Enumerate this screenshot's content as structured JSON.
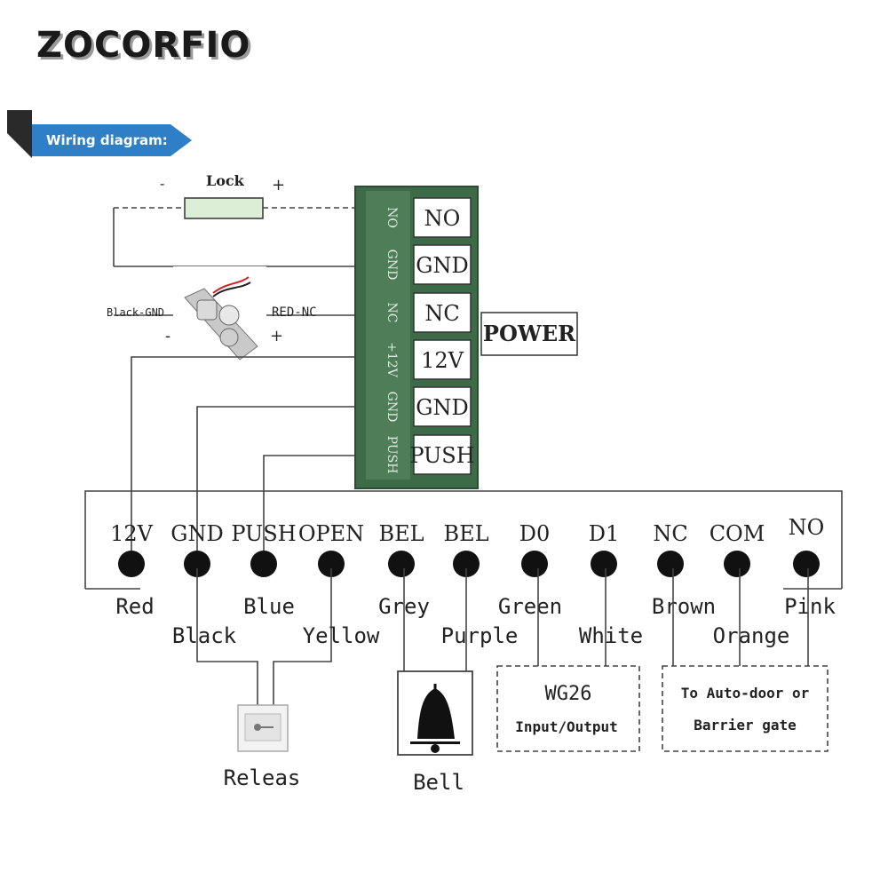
{
  "brand": "ZOCORFIO",
  "banner": {
    "label": "Wiring diagram:"
  },
  "lock": {
    "label": "Lock",
    "minus": "-",
    "plus": "+",
    "black_gnd": "Black-GND",
    "red_nc": "RED-NC",
    "minus2": "-",
    "plus2": "+"
  },
  "power_board": {
    "side_labels": [
      "NO",
      "GND",
      "NC",
      "+12V",
      "GND",
      "PUSH"
    ],
    "terminals": [
      "NO",
      "GND",
      "NC",
      "12V",
      "GND",
      "PUSH"
    ],
    "power_label": "POWER"
  },
  "controller": {
    "pins": [
      "12V",
      "GND",
      "PUSH",
      "OPEN",
      "BEL",
      "BEL",
      "D0",
      "D1",
      "NC",
      "COM",
      "NO"
    ],
    "wire_colors": [
      "Red",
      "Black",
      "Blue",
      "Yellow",
      "Grey",
      "Purple",
      "Green",
      "White",
      "Brown",
      "Orange",
      "Pink"
    ]
  },
  "devices": {
    "release": "Releas",
    "bell": "Bell",
    "wg26_title": "WG26",
    "wg26_sub": "Input/Output",
    "door_line1": "To Auto-door or",
    "door_line2": "Barrier gate"
  },
  "colors": {
    "board_green": "#3d6b48",
    "banner_blue": "#2f7fc6",
    "lock_fill": "#dcefd6"
  }
}
